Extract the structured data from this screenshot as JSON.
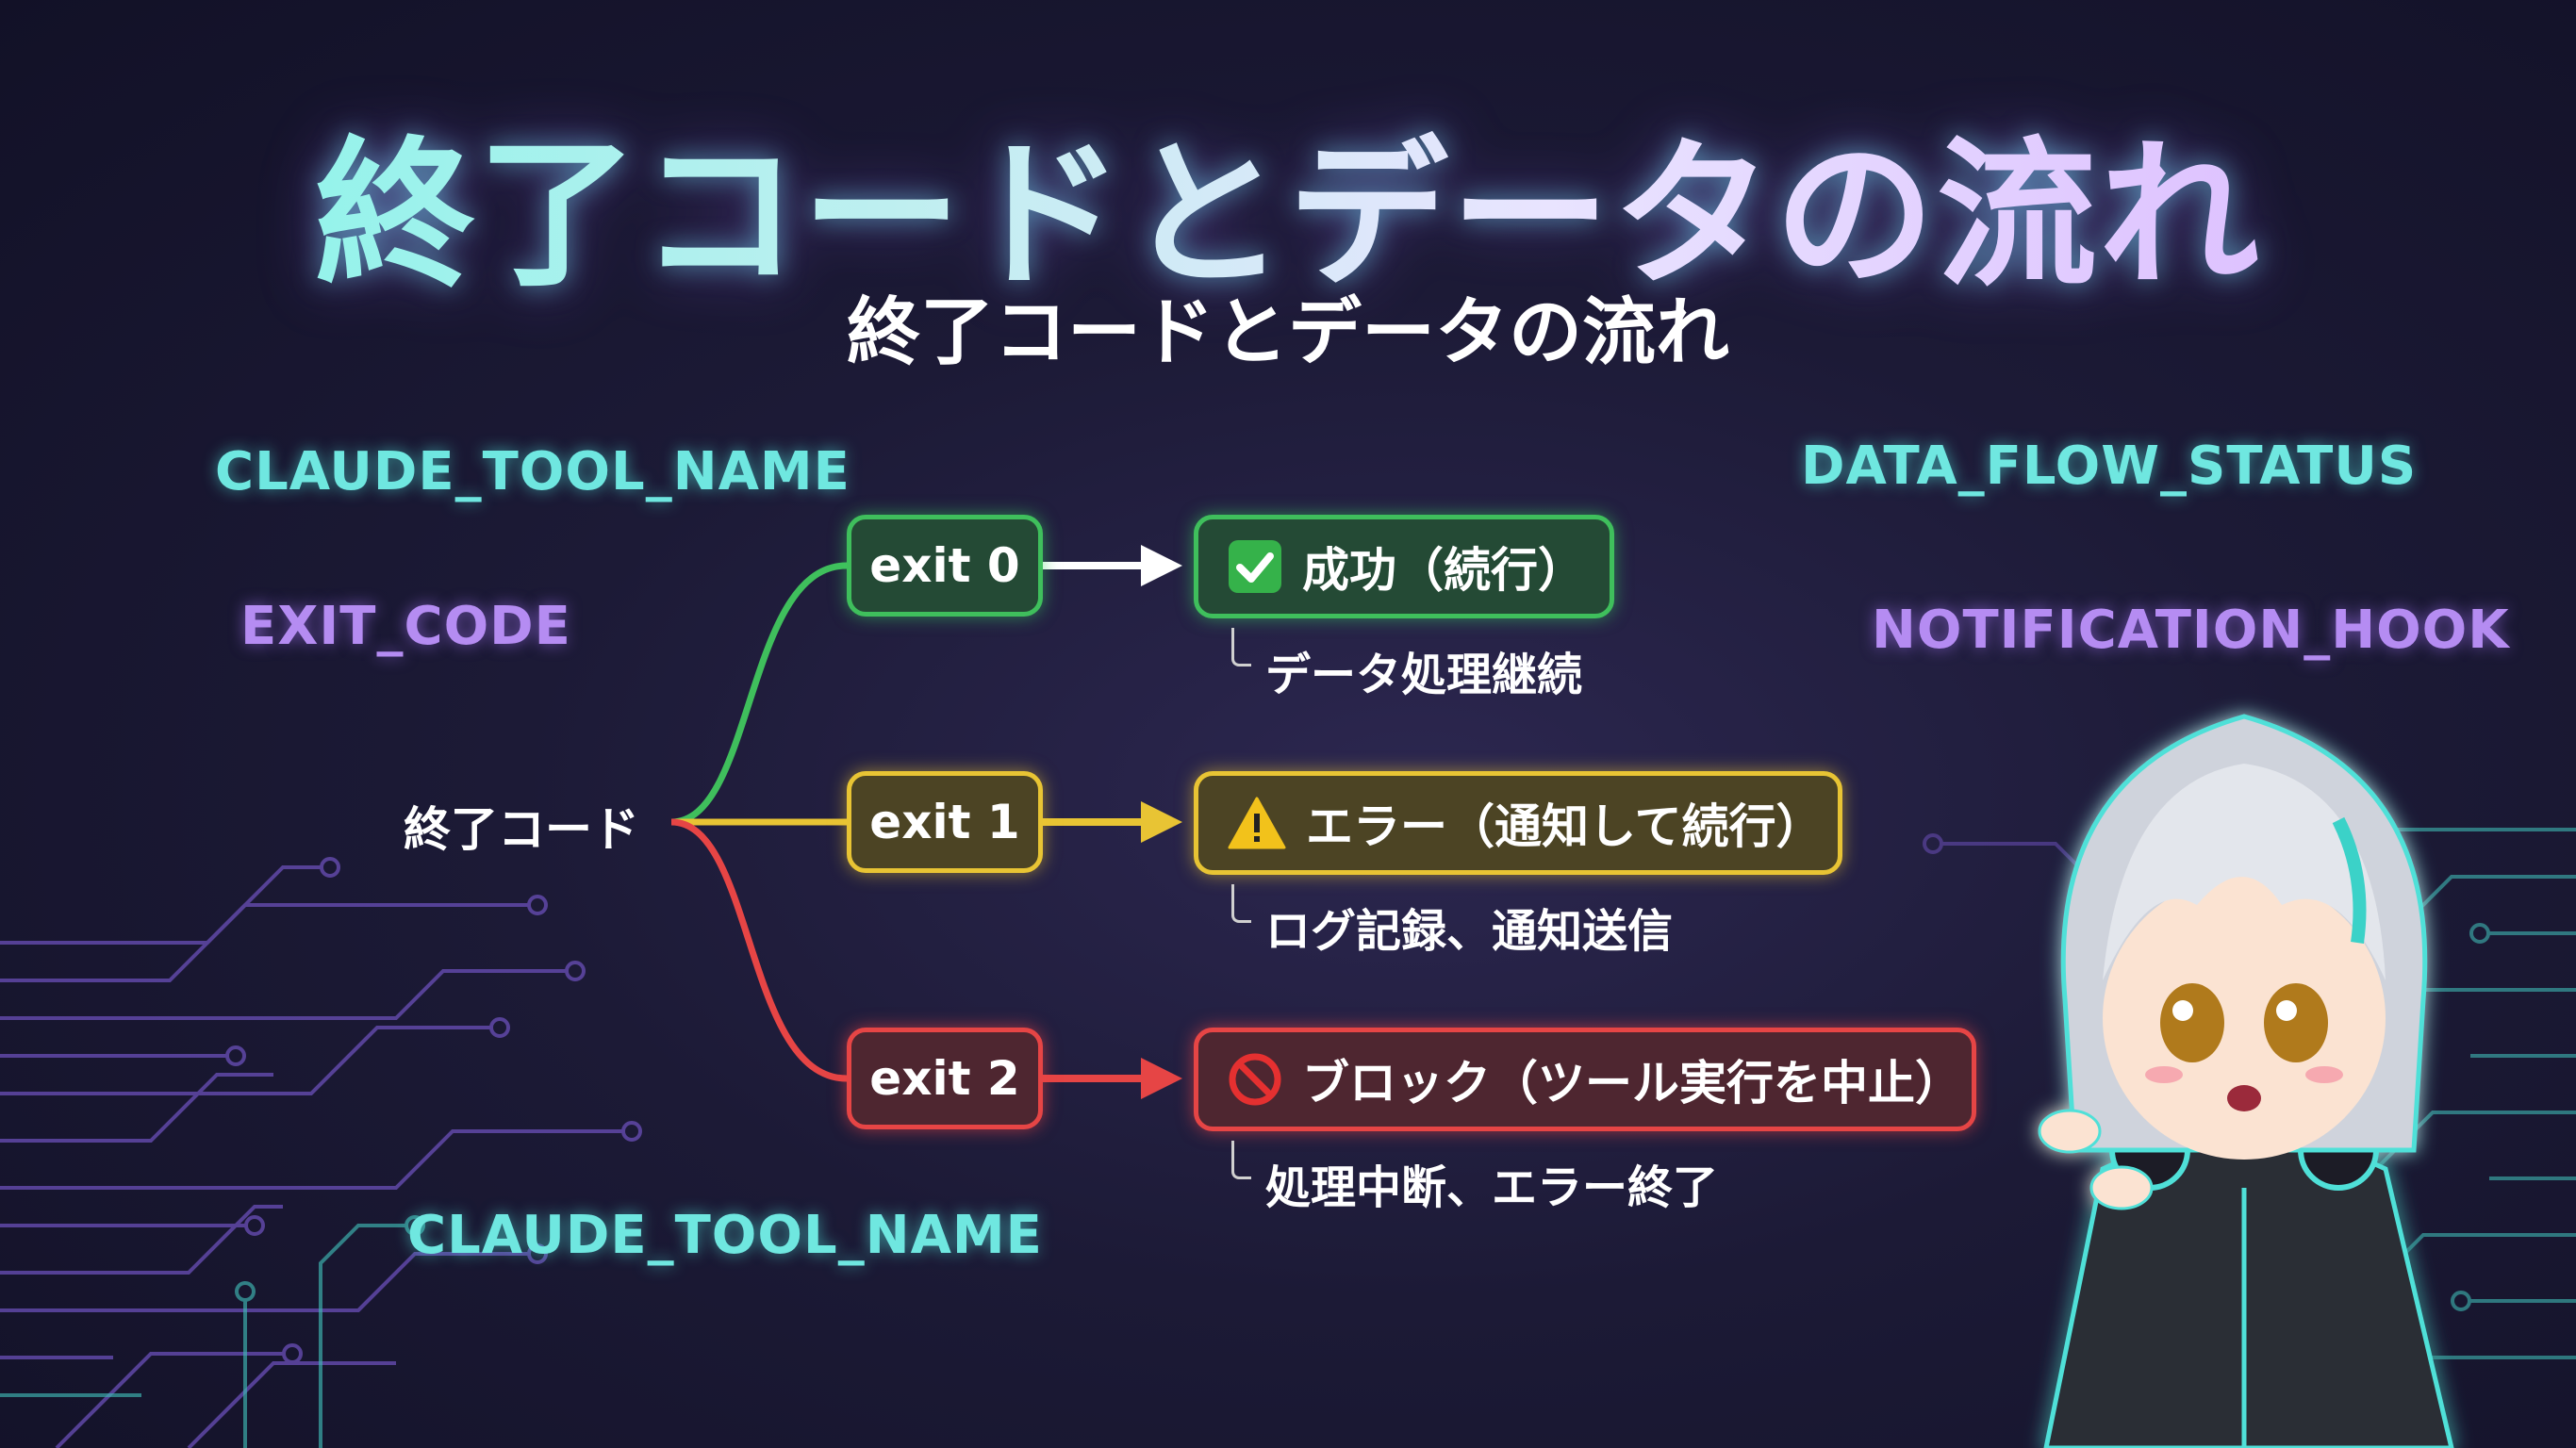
{
  "title": "終了コードとデータの流れ",
  "subtitle": "終了コードとデータの流れ",
  "variables": {
    "top_left": "CLAUDE_TOOL_NAME",
    "mid_left": "EXIT_CODE",
    "bottom_left": "CLAUDE_TOOL_NAME",
    "top_right": "DATA_FLOW_STATUS",
    "mid_right": "NOTIFICATION_HOOK"
  },
  "root": {
    "label": "終了コード"
  },
  "branches": [
    {
      "exit": "exit 0",
      "icon": "check-icon",
      "result": "成功（続行）",
      "note": "データ処理継続",
      "color": "#3fbf5c"
    },
    {
      "exit": "exit 1",
      "icon": "warning-icon",
      "result": "エラー（通知して続行）",
      "note": "ログ記録、通知送信",
      "color": "#e8c434"
    },
    {
      "exit": "exit 2",
      "icon": "prohibited-icon",
      "result": "ブロック（ツール実行を中止）",
      "note": "処理中断、エラー終了",
      "color": "#e64545"
    }
  ],
  "colors": {
    "accent_cyan": "#6fe7e0",
    "accent_purple": "#b58cf2",
    "background": "#1c1a36"
  }
}
